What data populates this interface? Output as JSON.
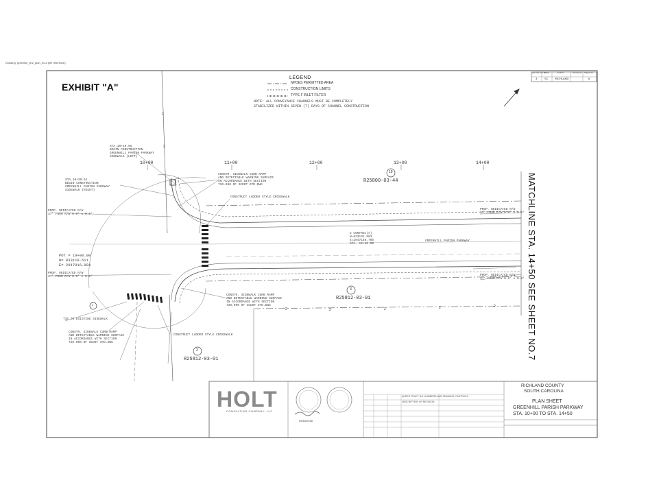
{
  "top_note": "Drawing: greenhill_ph2_plan_ex-a  (file reference)",
  "exhibit_title": "EXHIBIT \"A\"",
  "legend": {
    "title": "LEGEND",
    "items": [
      "NPDES PERMITTED AREA",
      "CONSTRUCTION LIMITS",
      "TYPE F INLET FILTER"
    ],
    "note_line1": "NOTE: ALL CONVEYANCE CHANNELS MUST BE COMPLETELY",
    "note_line2": "STABILIZED WITHIN SEVEN (7) DAYS OF CHANNEL CONSTRUCTION"
  },
  "sheet_index": {
    "headers": [
      "FED. RD. DIV. NO.",
      "STATE",
      "COUNTY",
      "ROUTE NO.",
      "SHEET NO."
    ],
    "values": [
      "3",
      "SC",
      "RICHLAND",
      "",
      "6"
    ]
  },
  "stations": [
    "10+00",
    "11+00",
    "12+00",
    "13+00",
    "14+00"
  ],
  "matchline": "MATCHLINE STA. 14+50 SEE SHEET NO.7",
  "parcels": {
    "p19_num": "19",
    "p19_id": "R25800-03-44",
    "p3_num": "3",
    "p3_id": "R25812-03-01",
    "p2_num": "2",
    "p2_id": "R25812-03-01",
    "p1_num": "1"
  },
  "callouts": {
    "sta_left1": "STA.10+10.65",
    "sta_left1_b": "BEGIN CONSTRUCTION",
    "sta_left1_c": "GREENHILL PARISH PARKWAY",
    "sta_left1_d": "SIDEWALK (LEFT)",
    "sta_left2": "STA.10+39.62",
    "sta_left2_b": "BEGIN CONSTRUCTION",
    "sta_left2_c": "GREENHILL PARISH PARKWAY",
    "sta_left2_d": "SIDEWALK (RIGHT)",
    "ramp_top": "CONSTR. SIDEWALK CURB RAMP",
    "ramp_top_b": "AND DETECTABLE WARNING SURFACE",
    "ramp_top_c": "IN ACCORDANCE WITH SECTION",
    "ramp_top_d": "720.900 OF SCDOT STD.DWG",
    "ladder_top": "CONSTRUCT LADDER STYLE CROSSWALK",
    "ladder_bottom": "CONSTRUCT LADDER STYLE CROSSWALK",
    "row_left1": "PROP. DEDICATED R/W",
    "row_left1_b": "37' FROM R/W 0.0' ± 0.0'",
    "row_left2": "PROP. DEDICATED R/W",
    "row_left2_b": "37' FROM R/W 0.0' ± 0.0'",
    "row_right1": "PROP. DEDICATED R/W",
    "row_right1_b": "37' FROM R/W 0.0' ± 0.0'",
    "row_right2": "PROP. DEDICATED R/W",
    "row_right2_b": "37' FROM R/W 0.0' ± 0.0'",
    "pot": "POT = 10+00.00",
    "pot_n": "N= 833119.611",
    "pot_e": "E= 2047016.994",
    "control_title": "2 CONTROL(s)",
    "control_n": "N=833131.983",
    "control_e": "E=2047185.705",
    "control_sta": "STA. 12+40.50",
    "street": "GREENHILL PARISH PARKWAY",
    "tie_in": "TIE TO EXISTING SIDEWALK",
    "ramp_mid": "CONSTR. SIDEWALK CURB RAMP",
    "ramp_mid_b": "AND DETECTABLE WARNING SURFACE",
    "ramp_mid_c": "IN ACCORDANCE WITH SECTION",
    "ramp_mid_d": "720.900 OF SCDOT STD.DWG",
    "ramp_bot": "CONSTR. SIDEWALK CURB RAMP",
    "ramp_bot_b": "AND DETECTABLE WARNING SURFACE",
    "ramp_bot_c": "IN ACCORDANCE WITH SECTION",
    "ramp_bot_d": "720.900 OF SCDOT STD.DWG"
  },
  "title_block": {
    "logo": "HOLT",
    "logo_sub": "CONSULTING COMPANY, LLC",
    "signature_date": "05/18/2016",
    "county": "RICHLAND COUNTY",
    "state": "SOUTH CAROLINA",
    "sheet_type": "PLAN SHEET",
    "road": "GREENHILL PARISH PARKWAY",
    "station_range": "STA. 10+00 TO STA. 14+50",
    "rev_row1": "ADDED TRACT NO. NUMBERS AND DRAWING CONTROLS",
    "rev_row2": "DESCRIPTION OF REVISION"
  },
  "colors": {
    "line": "#3a3a3a",
    "light_line": "#8a8a8a",
    "logo_gray": "#8a8a8a"
  }
}
